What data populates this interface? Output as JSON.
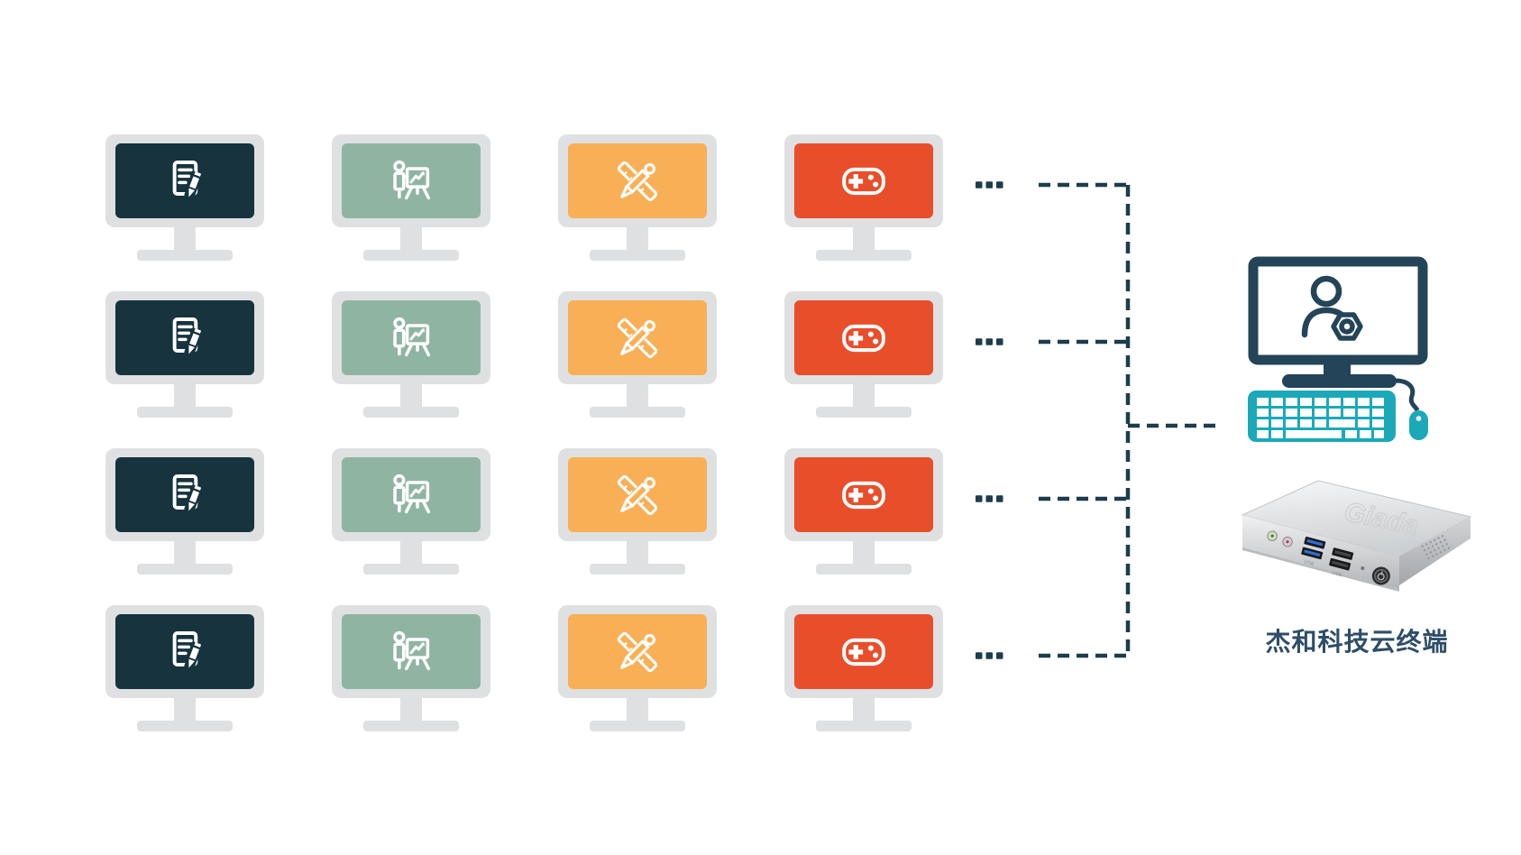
{
  "diagram": {
    "caption": "杰和科技云终端",
    "rows": 4,
    "row_ellipsis": "...",
    "columns": [
      {
        "key": "office",
        "icon": "document-edit-icon",
        "symbol": "icon-doc",
        "screen_color": "#16333E"
      },
      {
        "key": "presentation",
        "icon": "presentation-chart-icon",
        "symbol": "icon-pres",
        "screen_color": "#8FB5A2"
      },
      {
        "key": "design",
        "icon": "design-tools-icon",
        "symbol": "icon-design",
        "screen_color": "#F9AF55"
      },
      {
        "key": "gaming",
        "icon": "gamepad-icon",
        "symbol": "icon-game",
        "screen_color": "#E94E2B"
      }
    ],
    "device": {
      "logo": "Giada",
      "usb_label": "USB"
    },
    "colors": {
      "background": "#FFFFFF",
      "monitor_frame": "#DFE0E2",
      "connector": "#1C3D4C",
      "terminal_navy": "#234459",
      "keyboard_teal": "#1BA9B9",
      "caption_text": "#2E4D68"
    }
  }
}
